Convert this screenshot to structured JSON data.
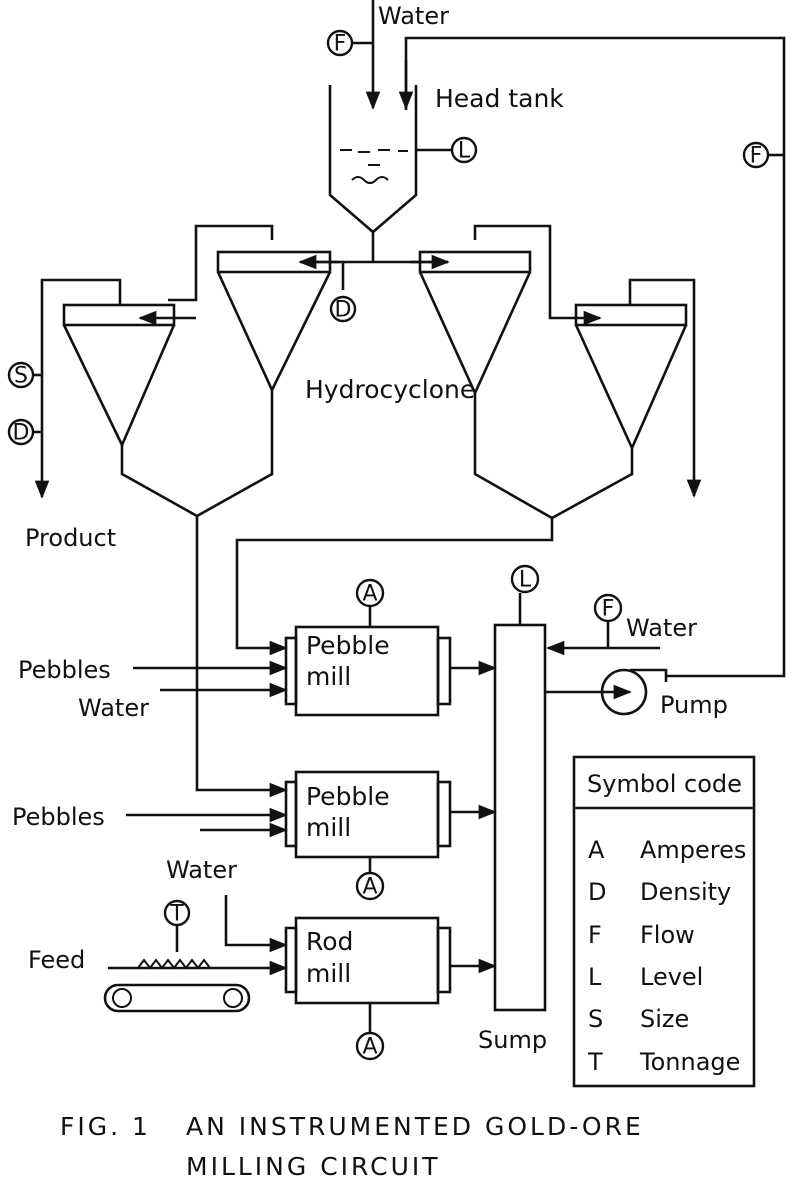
{
  "labels": {
    "water_top": "Water",
    "head_tank": "Head tank",
    "hydrocyclone": "Hydrocyclone",
    "product": "Product",
    "pebbles_1": "Pebbles",
    "water_1": "Water",
    "pebbles_2": "Pebbles",
    "water_rod": "Water",
    "feed": "Feed",
    "water_pump": "Water",
    "pump": "Pump",
    "sump": "Sump"
  },
  "mills": [
    {
      "line1": "Pebble",
      "line2": "mill"
    },
    {
      "line1": "Pebble",
      "line2": "mill"
    },
    {
      "line1": "Rod",
      "line2": "mill"
    }
  ],
  "instruments": {
    "f_top": "F",
    "l_tank": "L",
    "f_right": "F",
    "d_center": "D",
    "s_product": "S",
    "d_product": "D",
    "a_mill1": "A",
    "l_sump": "L",
    "f_pump": "F",
    "a_mill2": "A",
    "t_feed": "T",
    "a_mill3": "A"
  },
  "legend": {
    "title": "Symbol code",
    "items": [
      {
        "code": "A",
        "meaning": "Amperes"
      },
      {
        "code": "D",
        "meaning": "Density"
      },
      {
        "code": "F",
        "meaning": "Flow"
      },
      {
        "code": "L",
        "meaning": "Level"
      },
      {
        "code": "S",
        "meaning": "Size"
      },
      {
        "code": "T",
        "meaning": "Tonnage"
      }
    ]
  },
  "caption": {
    "fig": "FIG. 1",
    "line1": "AN INSTRUMENTED GOLD-ORE",
    "line2": "MILLING CIRCUIT"
  }
}
